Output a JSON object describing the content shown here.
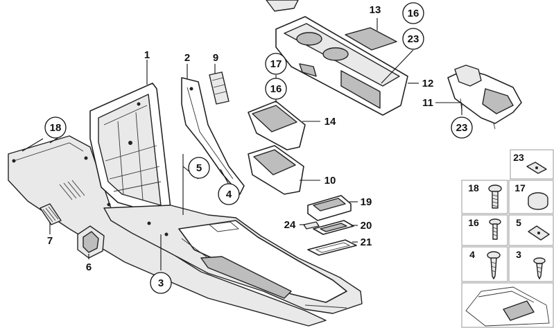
{
  "callouts": {
    "c1": "1",
    "c2": "2",
    "c3": "3",
    "c4": "4",
    "c5": "5",
    "c6": "6",
    "c7": "7",
    "c9": "9",
    "c10": "10",
    "c11": "11",
    "c12": "12",
    "c13": "13",
    "c14": "14",
    "c16a": "16",
    "c16b": "16",
    "c17": "17",
    "c18": "18",
    "c19": "19",
    "c20": "20",
    "c21": "21",
    "c23a": "23",
    "c23b": "23",
    "c24": "24"
  },
  "fastener_grid": {
    "f23": "23",
    "f18": "18",
    "f17": "17",
    "f16": "16",
    "f5": "5",
    "f4": "4",
    "f3": "3"
  }
}
